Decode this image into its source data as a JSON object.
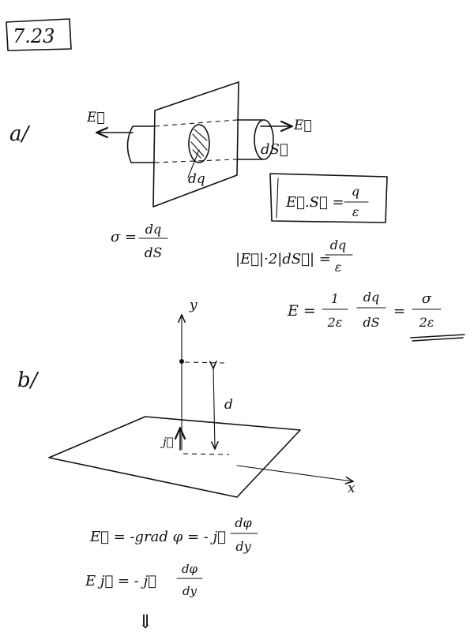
{
  "problem_number": "7.23",
  "part_a": {
    "label": "a/",
    "field_left": "E⃗",
    "field_right": "E⃗",
    "area_label": "dS⃗",
    "charge_label": "dq",
    "gauss_boxed": {
      "lhs": "E⃗.S⃗ =",
      "num": "q",
      "den": "ε"
    },
    "sigma_def": {
      "lhs": "σ =",
      "num": "dq",
      "den": "dS"
    },
    "flux_eq": {
      "lhs": "|E⃗|·2|dS⃗| =",
      "num": "dq",
      "den": "ε"
    },
    "result": {
      "lhs": "E =",
      "f1_num": "1",
      "f1_den": "2ε",
      "f2_num": "dq",
      "f2_den": "dS",
      "eq": "=",
      "f3_num": "σ",
      "f3_den": "2ε"
    }
  },
  "part_b": {
    "label": "b/",
    "axis_y": "y",
    "axis_x": "x",
    "distance": "d",
    "unit_vector": "j⃗",
    "grad_eq": {
      "lhs": "E⃗ = -grad φ = - j⃗",
      "num": "dφ",
      "den": "dy"
    },
    "component_eq": {
      "lhs": "E j⃗ = - j⃗",
      "num": "dφ",
      "den": "dy"
    },
    "implies": "⇓"
  }
}
